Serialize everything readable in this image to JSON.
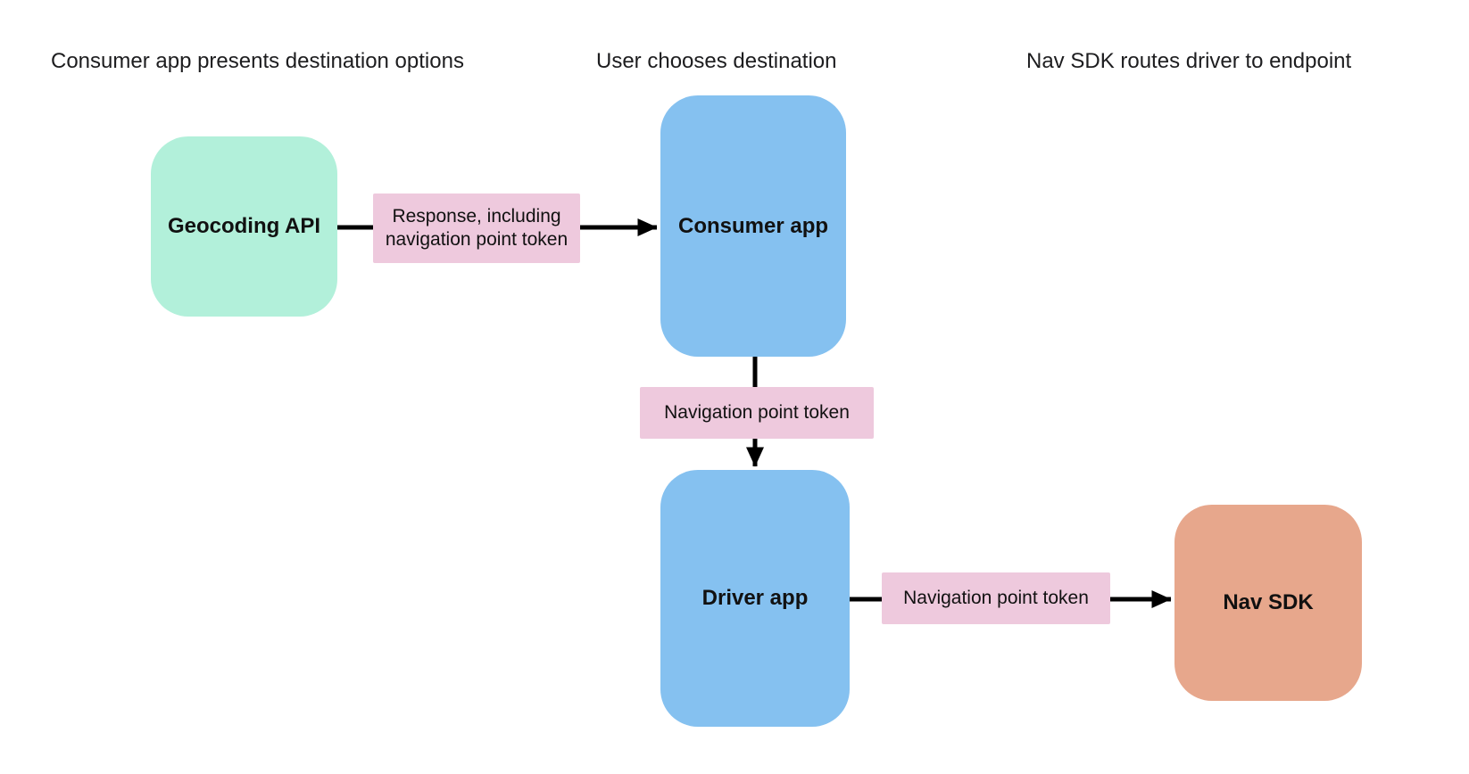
{
  "page": {
    "background": "#ffffff",
    "heading_text_color": "#1d1d1f"
  },
  "diagram": {
    "column_headings": [
      "Consumer app presents destination options",
      "User chooses destination",
      "Nav SDK routes driver to endpoint"
    ],
    "nodes": {
      "geocoding_api": {
        "label": "Geocoding API",
        "fill": "#b2f0da"
      },
      "consumer_app": {
        "label": "Consumer app",
        "fill": "#85c1f0"
      },
      "driver_app": {
        "label": "Driver app",
        "fill": "#85c1f0"
      },
      "nav_sdk": {
        "label": "Nav SDK",
        "fill": "#e7a78c"
      }
    },
    "edge_labels": {
      "response": {
        "text": "Response, including navigation point token",
        "fill": "#eec9dd"
      },
      "token_mid": {
        "text": "Navigation point token",
        "fill": "#eec9dd"
      },
      "token_low": {
        "text": "Navigation point token",
        "fill": "#eec9dd"
      }
    },
    "arrows": {
      "color": "#000000",
      "connections": [
        {
          "from": "geocoding_api",
          "to": "consumer_app"
        },
        {
          "from": "consumer_app",
          "to": "driver_app"
        },
        {
          "from": "driver_app",
          "to": "nav_sdk"
        }
      ]
    }
  }
}
